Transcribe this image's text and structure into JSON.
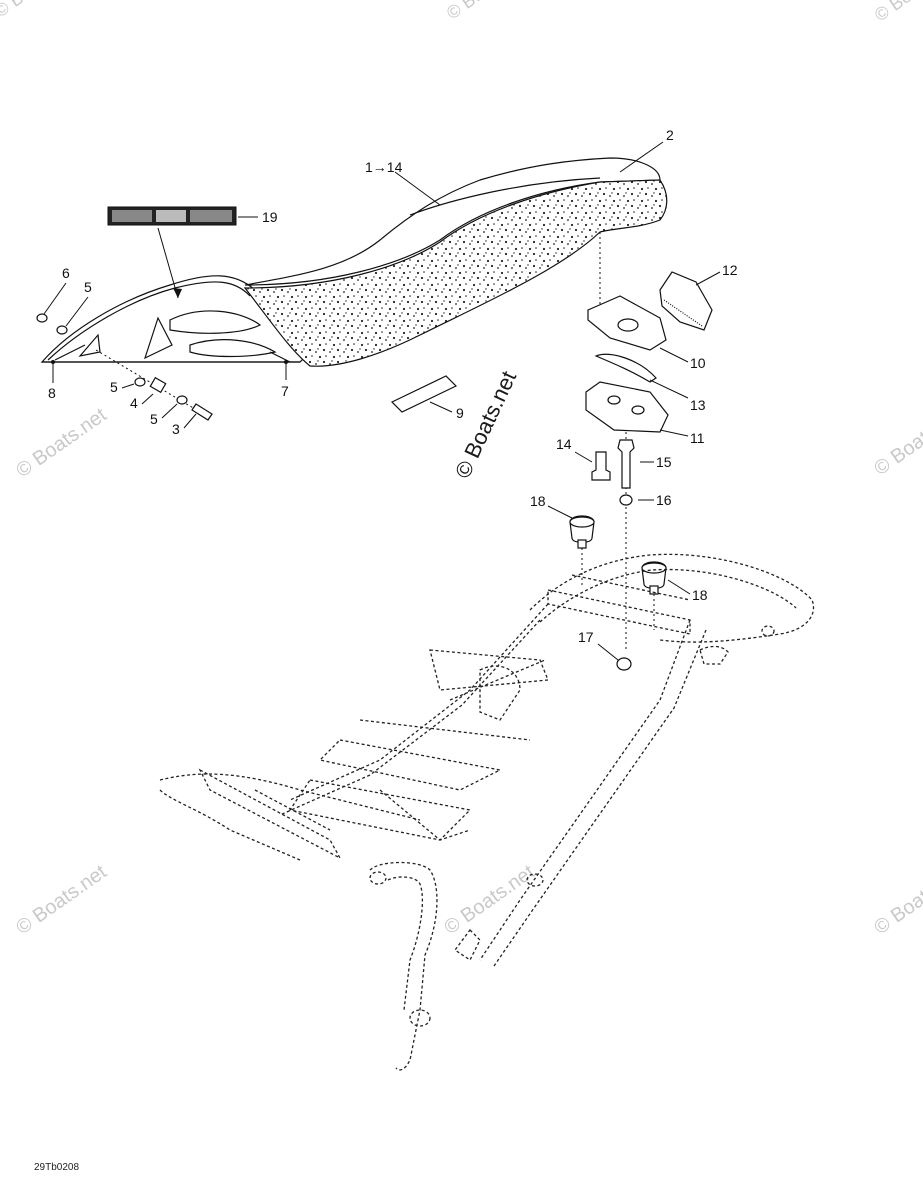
{
  "callouts": {
    "c1": "1→14",
    "c2": "2",
    "c3": "3",
    "c4": "4",
    "c5a": "5",
    "c5b": "5",
    "c5c": "5",
    "c6": "6",
    "c7": "7",
    "c8": "8",
    "c9": "9",
    "c10": "10",
    "c11": "11",
    "c12": "12",
    "c13": "13",
    "c14": "14",
    "c15": "15",
    "c16": "16",
    "c17": "17",
    "c18a": "18",
    "c18b": "18",
    "c19": "19"
  },
  "watermark": {
    "main": "© Boats.net",
    "faint": "© Boats.net"
  },
  "drawing_code": "29Tb0208",
  "colors": {
    "ink": "#111111",
    "watermark_faint": "#c9c9c9",
    "background": "#ffffff"
  }
}
